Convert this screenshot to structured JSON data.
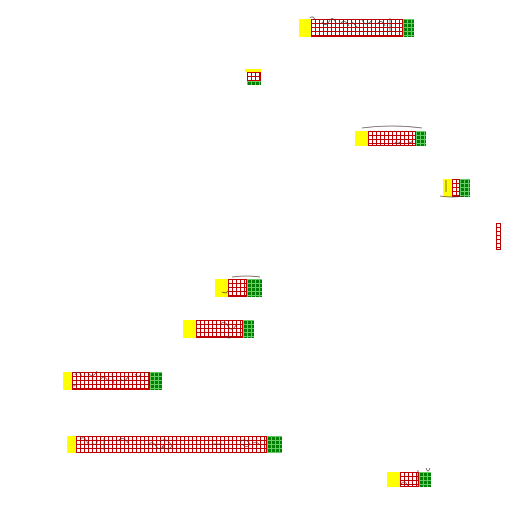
{
  "colors": {
    "yellow": "#ffff00",
    "grid_red": "#c00000",
    "green": "#008000",
    "background": "#ffffff"
  },
  "strips": [
    {
      "id": "strip-1"
    },
    {
      "id": "strip-2"
    },
    {
      "id": "strip-3"
    },
    {
      "id": "strip-4"
    },
    {
      "id": "strip-5"
    },
    {
      "id": "strip-6"
    },
    {
      "id": "strip-7"
    },
    {
      "id": "strip-8"
    },
    {
      "id": "strip-9"
    },
    {
      "id": "strip-10"
    },
    {
      "id": "strip-11"
    }
  ]
}
